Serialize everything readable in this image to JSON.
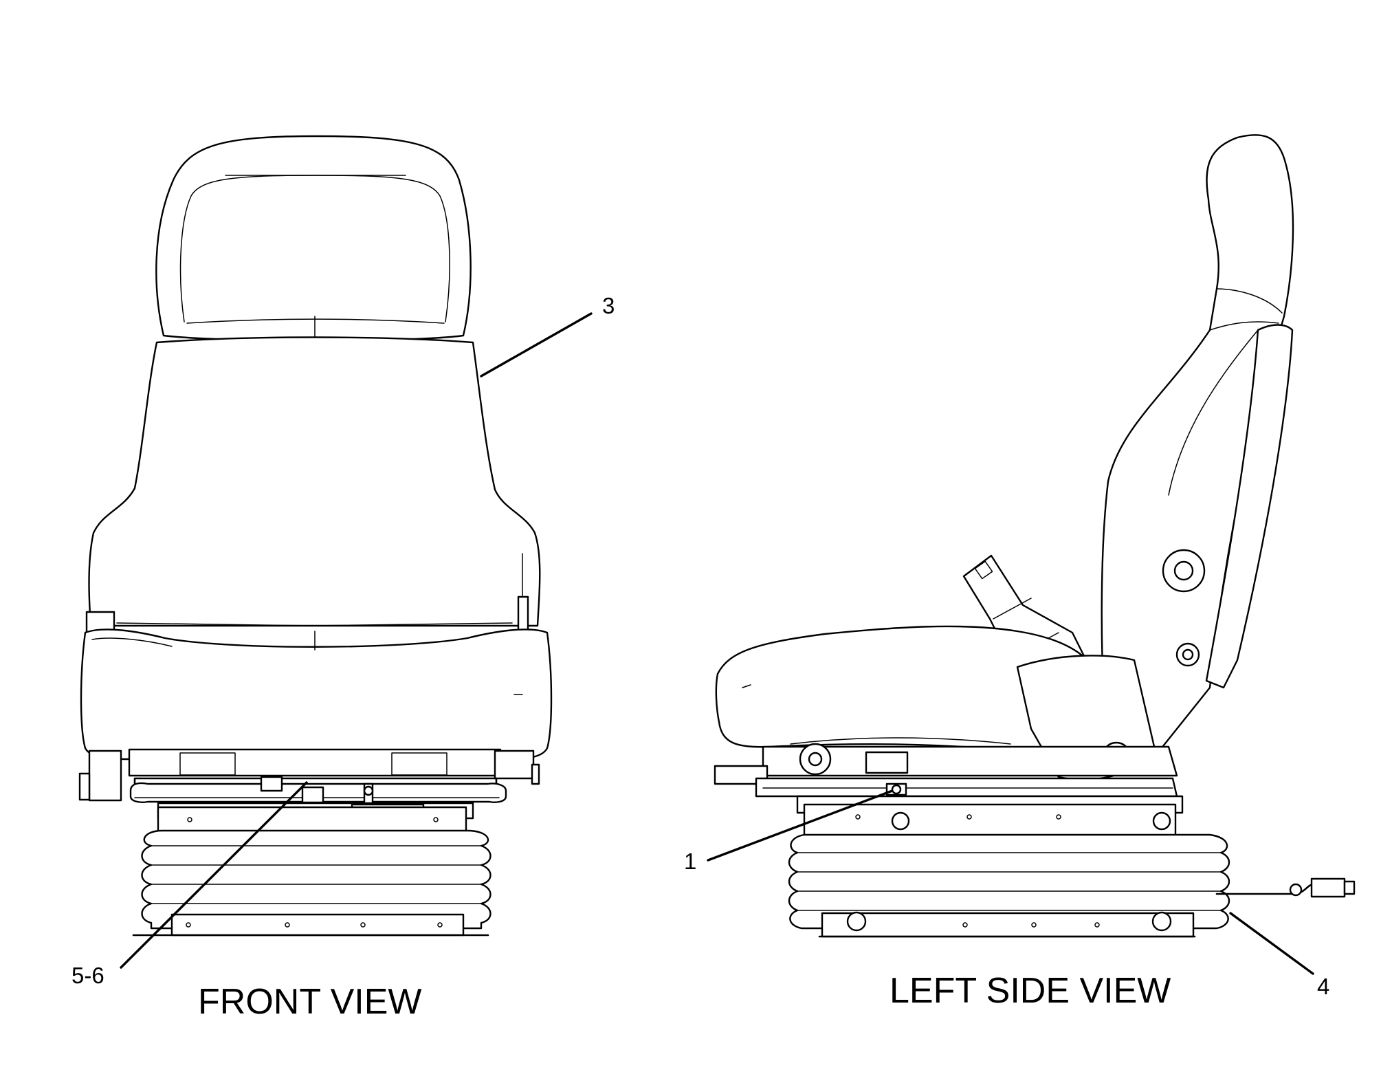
{
  "views": {
    "front": {
      "title": "FRONT VIEW"
    },
    "left_side": {
      "title": "LEFT SIDE VIEW"
    }
  },
  "callouts": [
    {
      "id": "c3",
      "label": "3"
    },
    {
      "id": "c56",
      "label": "5-6"
    },
    {
      "id": "c1",
      "label": "1"
    },
    {
      "id": "c4",
      "label": "4"
    }
  ],
  "colors": {
    "line": "#000000",
    "background": "#ffffff"
  }
}
